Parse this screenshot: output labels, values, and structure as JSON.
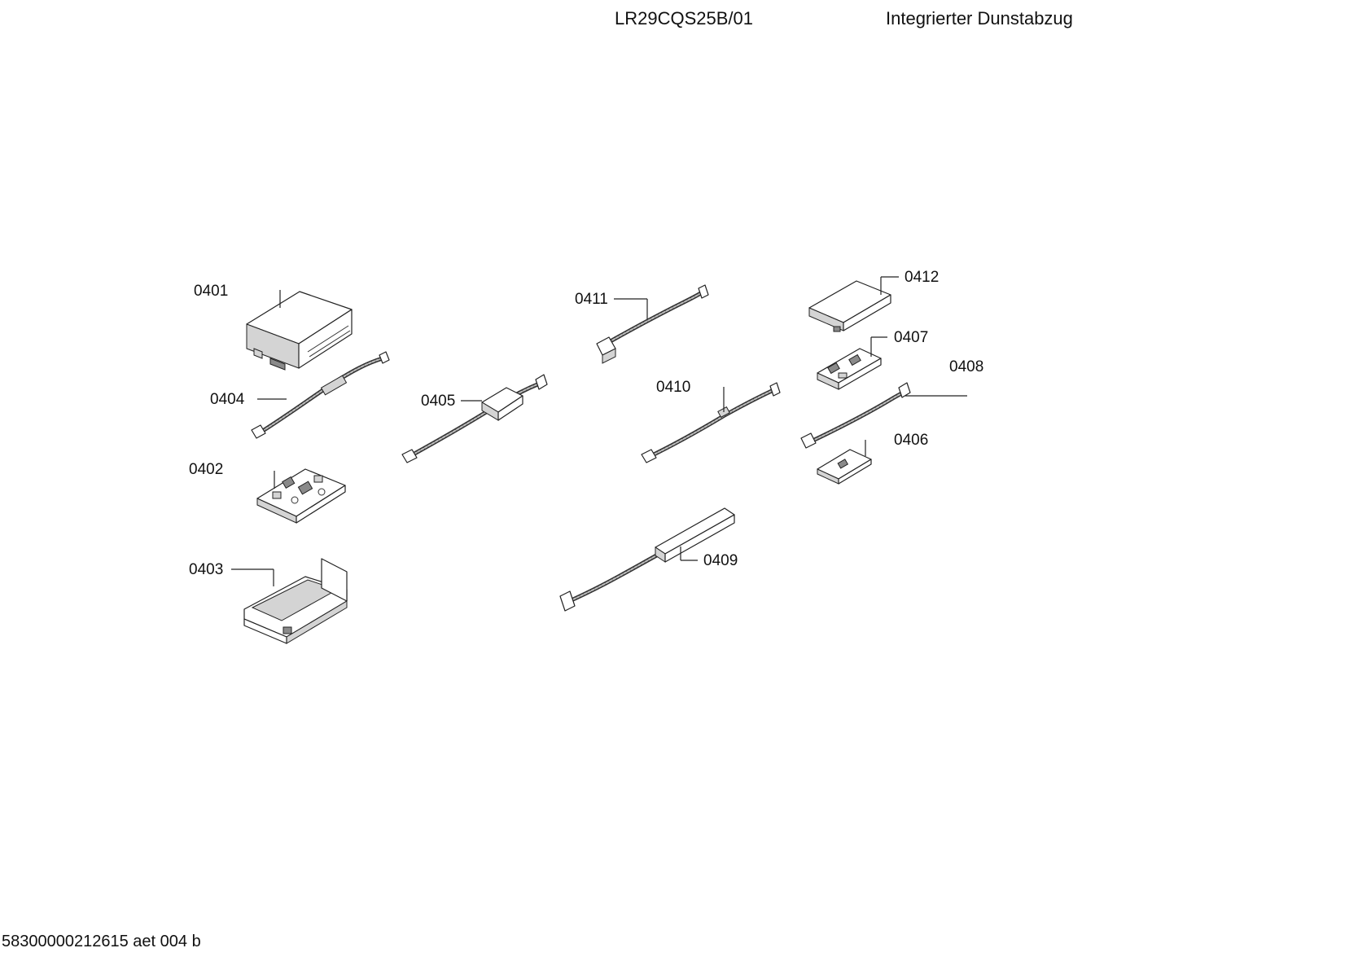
{
  "header": {
    "model": "LR29CQS25B/01",
    "description": "Integrierter Dunstabzug"
  },
  "footer": {
    "document_id": "58300000212615 aet 004 b"
  },
  "parts": {
    "p0401": "0401",
    "p0402": "0402",
    "p0403": "0403",
    "p0404": "0404",
    "p0405": "0405",
    "p0406": "0406",
    "p0407": "0407",
    "p0408": "0408",
    "p0409": "0409",
    "p0410": "0410",
    "p0411": "0411",
    "p0412": "0412"
  }
}
